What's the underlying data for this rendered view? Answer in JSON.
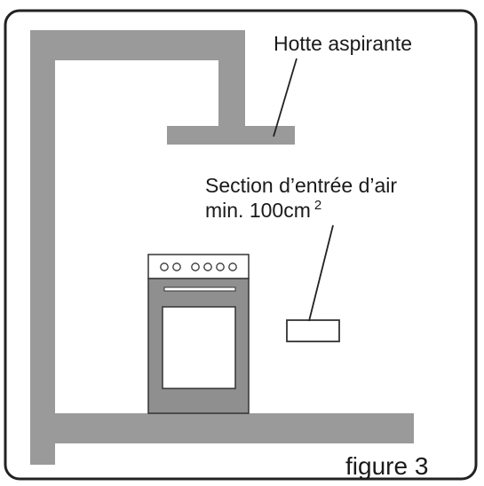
{
  "labels": {
    "hood": "Hotte aspirante",
    "air_inlet_line1": "Section d’entrée d’air",
    "air_inlet_line2": "min. 100cm",
    "air_inlet_exponent": "2",
    "figure_caption": "figure 3"
  },
  "colors": {
    "frame": "#222222",
    "wall": "#9a9a9a",
    "stove_body": "#8f8f8f",
    "stove_outline": "#333333",
    "background": "#ffffff"
  },
  "icons": {
    "burners": "burner-knob-icon"
  }
}
